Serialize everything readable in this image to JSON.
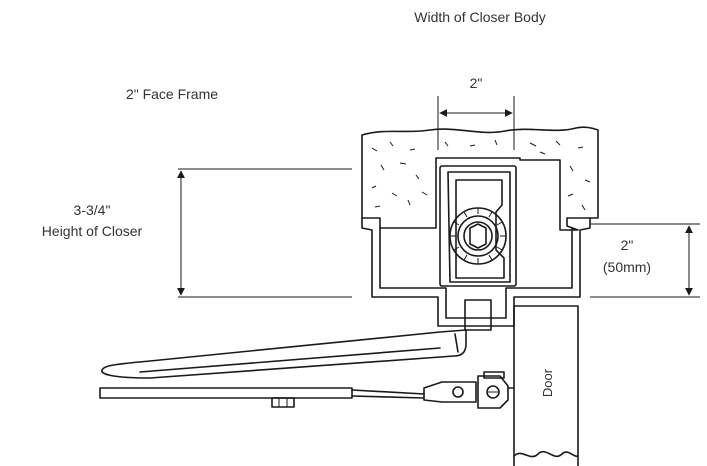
{
  "labels": {
    "closer_body_width": "Width of Closer Body",
    "face_frame": "2\"  Face Frame",
    "top_dimension": "2\"",
    "closer_height_line1": "3-3/4\"",
    "closer_height_line2": "Height of Closer",
    "side_dimension_line1": "2\"",
    "side_dimension_line2": "(50mm)",
    "door": "Door"
  },
  "colors": {
    "line": "#1a1a1a",
    "text": "#333333",
    "background": "#ffffff"
  }
}
